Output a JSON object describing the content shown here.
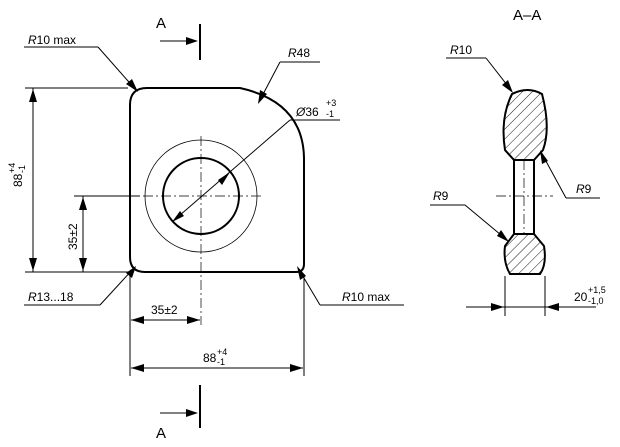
{
  "section_marks": {
    "top": "A",
    "bottom": "A",
    "view_title": "A–A"
  },
  "front_view": {
    "r10_top_left": {
      "prefix": "R",
      "text": "10 max"
    },
    "r48": {
      "prefix": "R",
      "text": "48"
    },
    "diameter": {
      "symbol": "Ø",
      "value": "36",
      "upper": "+3",
      "lower": "-1"
    },
    "height_dim": {
      "value": "88",
      "upper": "+4",
      "lower": "-1"
    },
    "hole_height_dim": {
      "text": "35±2"
    },
    "r13_18": {
      "prefix": "R",
      "text": "13...18"
    },
    "r10_bottom_right": {
      "prefix": "R",
      "text": "10 max"
    },
    "hole_width_dim": {
      "text": "35±2"
    },
    "width_dim": {
      "value": "88",
      "upper": "+4",
      "lower": "-1"
    }
  },
  "section_view": {
    "r10": {
      "prefix": "R",
      "text": "10"
    },
    "r9_right": {
      "prefix": "R",
      "text": "9"
    },
    "r9_left": {
      "prefix": "R",
      "text": "9"
    },
    "thickness_dim": {
      "value": "20",
      "upper": "+1,5",
      "lower": "-1,0"
    }
  }
}
